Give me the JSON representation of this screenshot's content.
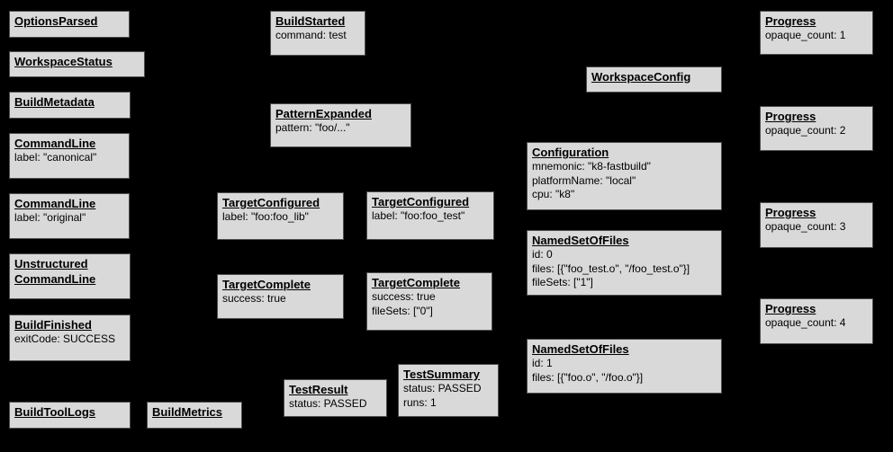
{
  "diagram": {
    "description": "Build event protocol graph",
    "colors": {
      "background": "#000000",
      "box_fill": "#d9d9d9",
      "box_border": "#4d4d4d",
      "text": "#000000"
    },
    "boxes": {
      "options_parsed": {
        "title": "OptionsParsed",
        "lines": []
      },
      "workspace_status": {
        "title": "WorkspaceStatus",
        "lines": []
      },
      "build_metadata": {
        "title": "BuildMetadata",
        "lines": []
      },
      "command_line_canonical": {
        "title": "CommandLine",
        "lines": [
          "label: \"canonical\""
        ]
      },
      "command_line_original": {
        "title": "CommandLine",
        "lines": [
          "label: \"original\""
        ]
      },
      "unstructured_command_line": {
        "title": "Unstructured CommandLine",
        "lines": []
      },
      "build_finished": {
        "title": "BuildFinished",
        "lines": [
          "exitCode: SUCCESS"
        ]
      },
      "build_tool_logs": {
        "title": "BuildToolLogs",
        "lines": []
      },
      "build_metrics": {
        "title": "BuildMetrics",
        "lines": []
      },
      "build_started": {
        "title": "BuildStarted",
        "lines": [
          "command: test"
        ]
      },
      "pattern_expanded": {
        "title": "PatternExpanded",
        "lines": [
          "pattern: \"foo/...\""
        ]
      },
      "target_configured_lib": {
        "title": "TargetConfigured",
        "lines": [
          "label: \"foo:foo_lib\""
        ]
      },
      "target_configured_test": {
        "title": "TargetConfigured",
        "lines": [
          "label: \"foo:foo_test\""
        ]
      },
      "target_complete_lib": {
        "title": "TargetComplete",
        "lines": [
          "success: true"
        ]
      },
      "target_complete_test": {
        "title": "TargetComplete",
        "lines": [
          "success: true",
          "fileSets: [\"0\"]"
        ]
      },
      "test_result": {
        "title": "TestResult",
        "lines": [
          "status: PASSED"
        ]
      },
      "test_summary": {
        "title": "TestSummary",
        "lines": [
          "status: PASSED",
          "runs: 1"
        ]
      },
      "workspace_config": {
        "title": "WorkspaceConfig",
        "lines": []
      },
      "configuration": {
        "title": "Configuration",
        "lines": [
          "mnemonic: \"k8-fastbuild\"",
          "platformName: \"local\"",
          "cpu: \"k8\""
        ]
      },
      "named_set_of_files_0": {
        "title": "NamedSetOfFiles",
        "lines": [
          "id: 0",
          "files: [{\"foo_test.o\", \"/foo_test.o\"}]",
          "fileSets: [\"1\"]"
        ]
      },
      "named_set_of_files_1": {
        "title": "NamedSetOfFiles",
        "lines": [
          "id: 1",
          "files: [{\"foo.o\", \"/foo.o\"}]"
        ]
      },
      "progress_1": {
        "title": "Progress",
        "lines": [
          "opaque_count: 1"
        ]
      },
      "progress_2": {
        "title": "Progress",
        "lines": [
          "opaque_count: 2"
        ]
      },
      "progress_3": {
        "title": "Progress",
        "lines": [
          "opaque_count: 3"
        ]
      },
      "progress_4": {
        "title": "Progress",
        "lines": [
          "opaque_count: 4"
        ]
      }
    }
  }
}
